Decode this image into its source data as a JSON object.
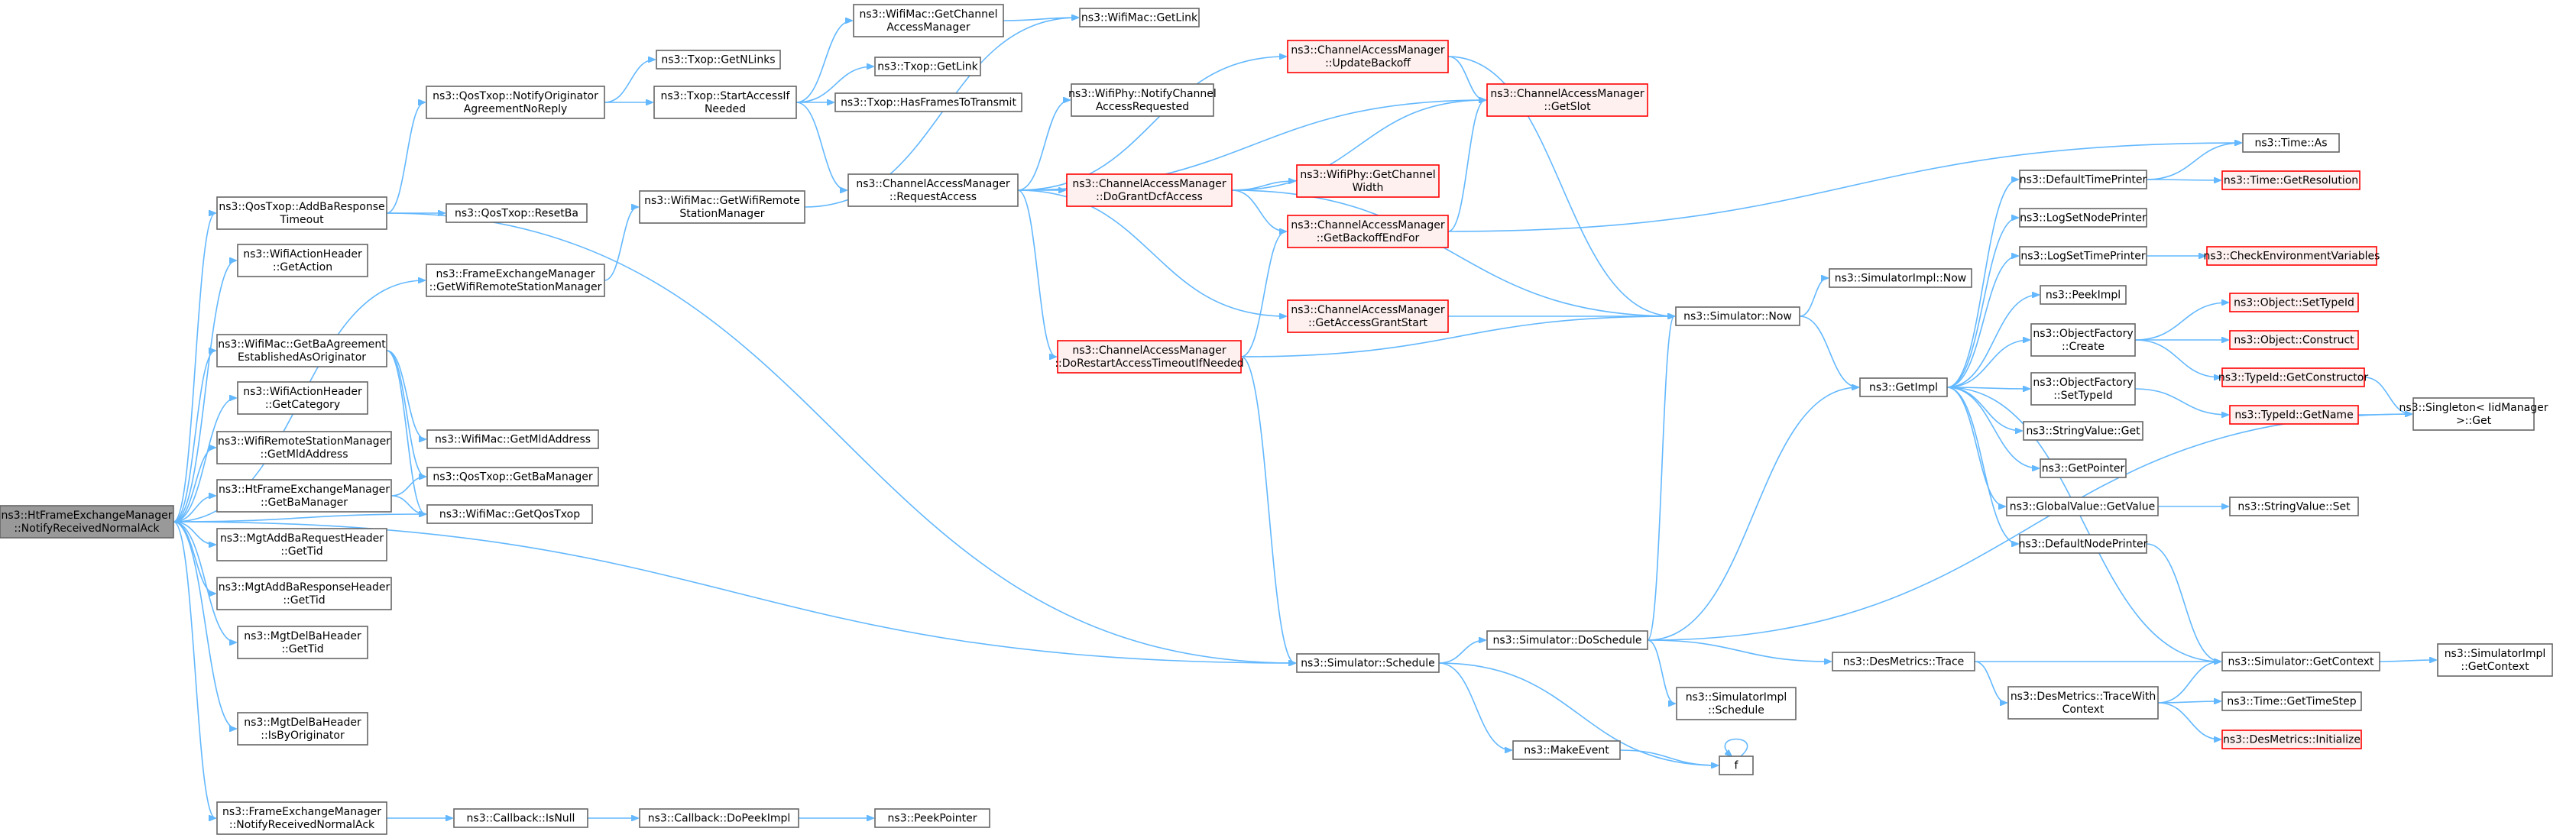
{
  "colors": {
    "edge": "#63b8ff",
    "node_border": "#666666",
    "truncated_node_border": "#ff0000",
    "truncated_node_fill": "#fff0f0",
    "root_fill": "#999999"
  },
  "nodes": [
    {
      "id": "root",
      "lines": [
        "ns3::HtFrameExchangeManager",
        "::NotifyReceivedNormalAck"
      ],
      "style": "root"
    },
    {
      "id": "qostxop_addba",
      "lines": [
        "ns3::QosTxop::AddBaResponse",
        "Timeout"
      ]
    },
    {
      "id": "wifiaction_getaction",
      "lines": [
        "ns3::WifiActionHeader",
        "::GetAction"
      ]
    },
    {
      "id": "fem_getwrsm",
      "lines": [
        "ns3::FrameExchangeManager",
        "::GetWifiRemoteStationManager"
      ]
    },
    {
      "id": "wifimac_getbaagreement",
      "lines": [
        "ns3::WifiMac::GetBaAgreement",
        "EstablishedAsOriginator"
      ]
    },
    {
      "id": "wifiaction_getcategory",
      "lines": [
        "ns3::WifiActionHeader",
        "::GetCategory"
      ]
    },
    {
      "id": "wrsm_getmldaddress",
      "lines": [
        "ns3::WifiRemoteStationManager",
        "::GetMldAddress"
      ]
    },
    {
      "id": "htfem_getbamanager",
      "lines": [
        "ns3::HtFrameExchangeManager",
        "::GetBaManager"
      ]
    },
    {
      "id": "mgtaddbareq_gettid",
      "lines": [
        "ns3::MgtAddBaRequestHeader",
        "::GetTid"
      ]
    },
    {
      "id": "mgtaddbaresp_gettid",
      "lines": [
        "ns3::MgtAddBaResponseHeader",
        "::GetTid"
      ]
    },
    {
      "id": "mgtdelba_gettid",
      "lines": [
        "ns3::MgtDelBaHeader",
        "::GetTid"
      ]
    },
    {
      "id": "mgtdelba_isbyoriginator",
      "lines": [
        "ns3::MgtDelBaHeader",
        "::IsByOriginator"
      ]
    },
    {
      "id": "fem_notifyreceivednormalack",
      "lines": [
        "ns3::FrameExchangeManager",
        "::NotifyReceivedNormalAck"
      ]
    },
    {
      "id": "qostxop_notifyoriginator",
      "lines": [
        "ns3::QosTxop::NotifyOriginator",
        "AgreementNoReply"
      ]
    },
    {
      "id": "qostxop_resetba",
      "lines": [
        "ns3::QosTxop::ResetBa"
      ]
    },
    {
      "id": "wifimac_getwrsm",
      "lines": [
        "ns3::WifiMac::GetWifiRemote",
        "StationManager"
      ]
    },
    {
      "id": "wifimac_getmldaddress",
      "lines": [
        "ns3::WifiMac::GetMldAddress"
      ]
    },
    {
      "id": "qostxop_getbamanager",
      "lines": [
        "ns3::QosTxop::GetBaManager"
      ]
    },
    {
      "id": "wifimac_getqostxop",
      "lines": [
        "ns3::WifiMac::GetQosTxop"
      ]
    },
    {
      "id": "callback_isnull",
      "lines": [
        "ns3::Callback::IsNull"
      ]
    },
    {
      "id": "callback_dopeekimpl",
      "lines": [
        "ns3::Callback::DoPeekImpl"
      ]
    },
    {
      "id": "peekpointer",
      "lines": [
        "ns3::PeekPointer"
      ]
    },
    {
      "id": "txop_getnlinks",
      "lines": [
        "ns3::Txop::GetNLinks"
      ]
    },
    {
      "id": "txop_startaccessif",
      "lines": [
        "ns3::Txop::StartAccessIf",
        "Needed"
      ]
    },
    {
      "id": "wifimac_getcam",
      "lines": [
        "ns3::WifiMac::GetChannel",
        "AccessManager"
      ]
    },
    {
      "id": "txop_getlink",
      "lines": [
        "ns3::Txop::GetLink"
      ]
    },
    {
      "id": "txop_hasframes",
      "lines": [
        "ns3::Txop::HasFramesToTransmit"
      ]
    },
    {
      "id": "cam_requestaccess",
      "lines": [
        "ns3::ChannelAccessManager",
        "::RequestAccess"
      ]
    },
    {
      "id": "wifimac_getlink",
      "lines": [
        "ns3::WifiMac::GetLink"
      ]
    },
    {
      "id": "wifiphy_notifychannel",
      "lines": [
        "ns3::WifiPhy::NotifyChannel",
        "AccessRequested"
      ]
    },
    {
      "id": "cam_updatebackoff",
      "lines": [
        "ns3::ChannelAccessManager",
        "::UpdateBackoff"
      ],
      "style": "red"
    },
    {
      "id": "cam_dogrant",
      "lines": [
        "ns3::ChannelAccessManager",
        "::DoGrantDcfAccess"
      ],
      "style": "red"
    },
    {
      "id": "cam_dorestart",
      "lines": [
        "ns3::ChannelAccessManager",
        "::DoRestartAccessTimeoutIfNeeded"
      ],
      "style": "red"
    },
    {
      "id": "cam_getslot",
      "lines": [
        "ns3::ChannelAccessManager",
        "::GetSlot"
      ],
      "style": "red"
    },
    {
      "id": "wifiphy_getchannelwidth",
      "lines": [
        "ns3::WifiPhy::GetChannel",
        "Width"
      ],
      "style": "red"
    },
    {
      "id": "cam_getbackoffendfor",
      "lines": [
        "ns3::ChannelAccessManager",
        "::GetBackoffEndFor"
      ],
      "style": "red"
    },
    {
      "id": "cam_getaccessgrantstart",
      "lines": [
        "ns3::ChannelAccessManager",
        "::GetAccessGrantStart"
      ],
      "style": "red"
    },
    {
      "id": "simulator_schedule",
      "lines": [
        "ns3::Simulator::Schedule"
      ]
    },
    {
      "id": "simulator_now",
      "lines": [
        "ns3::Simulator::Now"
      ]
    },
    {
      "id": "simulatorimpl_now",
      "lines": [
        "ns3::SimulatorImpl::Now"
      ]
    },
    {
      "id": "simulator_doschedule",
      "lines": [
        "ns3::Simulator::DoSchedule"
      ]
    },
    {
      "id": "simulatorimpl_schedule",
      "lines": [
        "ns3::SimulatorImpl",
        "::Schedule"
      ]
    },
    {
      "id": "makeevent",
      "lines": [
        "ns3::MakeEvent"
      ]
    },
    {
      "id": "f",
      "lines": [
        "f"
      ]
    },
    {
      "id": "getimpl",
      "lines": [
        "ns3::GetImpl"
      ]
    },
    {
      "id": "desmetrics_trace",
      "lines": [
        "ns3::DesMetrics::Trace"
      ]
    },
    {
      "id": "desmetrics_tracewithcontext",
      "lines": [
        "ns3::DesMetrics::TraceWith",
        "Context"
      ]
    },
    {
      "id": "defaulttimeprinter",
      "lines": [
        "ns3::DefaultTimePrinter"
      ]
    },
    {
      "id": "logsetnodeprinter",
      "lines": [
        "ns3::LogSetNodePrinter"
      ]
    },
    {
      "id": "logsettimeprinter",
      "lines": [
        "ns3::LogSetTimePrinter"
      ]
    },
    {
      "id": "peekimpl",
      "lines": [
        "ns3::PeekImpl"
      ]
    },
    {
      "id": "objectfactory_create",
      "lines": [
        "ns3::ObjectFactory",
        "::Create"
      ]
    },
    {
      "id": "objectfactory_settypeid",
      "lines": [
        "ns3::ObjectFactory",
        "::SetTypeId"
      ]
    },
    {
      "id": "stringvalue_get",
      "lines": [
        "ns3::StringValue::Get"
      ]
    },
    {
      "id": "getpointer",
      "lines": [
        "ns3::GetPointer"
      ]
    },
    {
      "id": "globalvalue_getvalue",
      "lines": [
        "ns3::GlobalValue::GetValue"
      ]
    },
    {
      "id": "defaultnodeprinter",
      "lines": [
        "ns3::DefaultNodePrinter"
      ]
    },
    {
      "id": "simulator_getcontext",
      "lines": [
        "ns3::Simulator::GetContext"
      ]
    },
    {
      "id": "time_gettimestep",
      "lines": [
        "ns3::Time::GetTimeStep"
      ]
    },
    {
      "id": "desmetrics_initialize",
      "lines": [
        "ns3::DesMetrics::Initialize"
      ],
      "style": "red"
    },
    {
      "id": "time_as",
      "lines": [
        "ns3::Time::As"
      ]
    },
    {
      "id": "time_getresolution",
      "lines": [
        "ns3::Time::GetResolution"
      ],
      "style": "red"
    },
    {
      "id": "checkenvvars",
      "lines": [
        "ns3::CheckEnvironmentVariables"
      ],
      "style": "red"
    },
    {
      "id": "object_settypeid",
      "lines": [
        "ns3::Object::SetTypeId"
      ],
      "style": "red"
    },
    {
      "id": "object_construct",
      "lines": [
        "ns3::Object::Construct"
      ],
      "style": "red"
    },
    {
      "id": "typeid_getconstructor",
      "lines": [
        "ns3::TypeId::GetConstructor"
      ],
      "style": "red"
    },
    {
      "id": "typeid_getname",
      "lines": [
        "ns3::TypeId::GetName"
      ],
      "style": "red"
    },
    {
      "id": "stringvalue_set",
      "lines": [
        "ns3::StringValue::Set"
      ]
    },
    {
      "id": "singleton_get",
      "lines": [
        "ns3::Singleton< IidManager",
        ">::Get"
      ]
    },
    {
      "id": "simulatorimpl_getcontext",
      "lines": [
        "ns3::SimulatorImpl",
        "::GetContext"
      ]
    }
  ],
  "edges": [
    [
      "root",
      "qostxop_addba"
    ],
    [
      "root",
      "wifiaction_getaction"
    ],
    [
      "root",
      "fem_getwrsm"
    ],
    [
      "root",
      "wifimac_getbaagreement"
    ],
    [
      "root",
      "wifiaction_getcategory"
    ],
    [
      "root",
      "wrsm_getmldaddress"
    ],
    [
      "root",
      "htfem_getbamanager"
    ],
    [
      "root",
      "mgtaddbareq_gettid"
    ],
    [
      "root",
      "mgtaddbaresp_gettid"
    ],
    [
      "root",
      "mgtdelba_gettid"
    ],
    [
      "root",
      "mgtdelba_isbyoriginator"
    ],
    [
      "root",
      "fem_notifyreceivednormalack"
    ],
    [
      "root",
      "wifimac_getqostxop"
    ],
    [
      "root",
      "simulator_schedule"
    ],
    [
      "qostxop_addba",
      "qostxop_notifyoriginator"
    ],
    [
      "qostxop_addba",
      "qostxop_resetba"
    ],
    [
      "qostxop_addba",
      "simulator_schedule"
    ],
    [
      "qostxop_notifyoriginator",
      "txop_getnlinks"
    ],
    [
      "qostxop_notifyoriginator",
      "txop_startaccessif"
    ],
    [
      "fem_getwrsm",
      "wifimac_getwrsm"
    ],
    [
      "wifimac_getbaagreement",
      "wifimac_getmldaddress"
    ],
    [
      "wifimac_getbaagreement",
      "qostxop_getbamanager"
    ],
    [
      "wifimac_getbaagreement",
      "wifimac_getqostxop"
    ],
    [
      "htfem_getbamanager",
      "qostxop_getbamanager"
    ],
    [
      "htfem_getbamanager",
      "wifimac_getqostxop"
    ],
    [
      "fem_notifyreceivednormalack",
      "callback_isnull"
    ],
    [
      "callback_isnull",
      "callback_dopeekimpl"
    ],
    [
      "callback_dopeekimpl",
      "peekpointer"
    ],
    [
      "wifimac_getwrsm",
      "wifimac_getlink"
    ],
    [
      "txop_startaccessif",
      "wifimac_getcam"
    ],
    [
      "txop_startaccessif",
      "txop_getlink"
    ],
    [
      "txop_startaccessif",
      "txop_hasframes"
    ],
    [
      "txop_startaccessif",
      "cam_requestaccess"
    ],
    [
      "wifimac_getcam",
      "wifimac_getlink"
    ],
    [
      "cam_requestaccess",
      "wifiphy_notifychannel"
    ],
    [
      "cam_requestaccess",
      "cam_updatebackoff"
    ],
    [
      "cam_requestaccess",
      "cam_getslot"
    ],
    [
      "cam_requestaccess",
      "cam_dogrant"
    ],
    [
      "cam_requestaccess",
      "cam_dorestart"
    ],
    [
      "cam_requestaccess",
      "cam_getaccessgrantstart"
    ],
    [
      "cam_updatebackoff",
      "cam_getslot"
    ],
    [
      "cam_updatebackoff",
      "simulator_now"
    ],
    [
      "cam_dogrant",
      "cam_getslot"
    ],
    [
      "cam_dogrant",
      "wifiphy_getchannelwidth"
    ],
    [
      "cam_dogrant",
      "cam_getbackoffendfor"
    ],
    [
      "cam_dogrant",
      "simulator_now"
    ],
    [
      "cam_getbackoffendfor",
      "cam_getslot"
    ],
    [
      "cam_getbackoffendfor",
      "time_as"
    ],
    [
      "cam_dorestart",
      "cam_getbackoffendfor"
    ],
    [
      "cam_dorestart",
      "simulator_now"
    ],
    [
      "cam_dorestart",
      "simulator_schedule"
    ],
    [
      "cam_getaccessgrantstart",
      "simulator_now"
    ],
    [
      "simulator_now",
      "simulatorimpl_now"
    ],
    [
      "simulator_now",
      "getimpl"
    ],
    [
      "simulator_schedule",
      "simulator_doschedule"
    ],
    [
      "simulator_schedule",
      "makeevent"
    ],
    [
      "simulator_schedule",
      "f"
    ],
    [
      "simulator_doschedule",
      "simulator_now"
    ],
    [
      "simulator_doschedule",
      "getimpl"
    ],
    [
      "simulator_doschedule",
      "simulatorimpl_schedule"
    ],
    [
      "simulator_doschedule",
      "desmetrics_trace"
    ],
    [
      "simulator_doschedule",
      "singleton_get"
    ],
    [
      "makeevent",
      "f"
    ],
    [
      "f",
      "f"
    ],
    [
      "getimpl",
      "defaulttimeprinter"
    ],
    [
      "getimpl",
      "logsetnodeprinter"
    ],
    [
      "getimpl",
      "logsettimeprinter"
    ],
    [
      "getimpl",
      "peekimpl"
    ],
    [
      "getimpl",
      "objectfactory_create"
    ],
    [
      "getimpl",
      "objectfactory_settypeid"
    ],
    [
      "getimpl",
      "stringvalue_get"
    ],
    [
      "getimpl",
      "getpointer"
    ],
    [
      "getimpl",
      "globalvalue_getvalue"
    ],
    [
      "getimpl",
      "defaultnodeprinter"
    ],
    [
      "getimpl",
      "simulator_getcontext"
    ],
    [
      "defaulttimeprinter",
      "time_as"
    ],
    [
      "defaulttimeprinter",
      "time_getresolution"
    ],
    [
      "logsettimeprinter",
      "checkenvvars"
    ],
    [
      "objectfactory_create",
      "object_settypeid"
    ],
    [
      "objectfactory_create",
      "object_construct"
    ],
    [
      "objectfactory_create",
      "typeid_getconstructor"
    ],
    [
      "objectfactory_settypeid",
      "typeid_getname"
    ],
    [
      "typeid_getconstructor",
      "singleton_get"
    ],
    [
      "typeid_getname",
      "singleton_get"
    ],
    [
      "globalvalue_getvalue",
      "stringvalue_set"
    ],
    [
      "defaultnodeprinter",
      "simulator_getcontext"
    ],
    [
      "desmetrics_trace",
      "simulator_getcontext"
    ],
    [
      "desmetrics_trace",
      "desmetrics_tracewithcontext"
    ],
    [
      "desmetrics_tracewithcontext",
      "simulator_getcontext"
    ],
    [
      "desmetrics_tracewithcontext",
      "time_gettimestep"
    ],
    [
      "desmetrics_tracewithcontext",
      "desmetrics_initialize"
    ],
    [
      "simulator_getcontext",
      "simulatorimpl_getcontext"
    ]
  ]
}
